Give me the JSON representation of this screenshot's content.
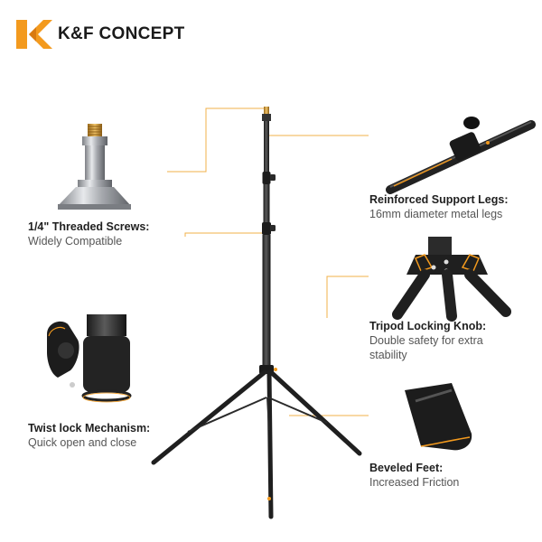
{
  "brand": {
    "name": "K&F CONCEPT",
    "accent": "#f39a1e"
  },
  "features": [
    {
      "title": "1/4\" Threaded Screws:",
      "subtitle": "Widely Compatible"
    },
    {
      "title": "Reinforced Support Legs:",
      "subtitle": "16mm diameter metal legs"
    },
    {
      "title": "Tripod Locking Knob:",
      "subtitle_lines": [
        "Double safety for extra",
        "stability"
      ]
    },
    {
      "title": "Twist lock Mechanism:",
      "subtitle": "Quick open and close"
    },
    {
      "title": "Beveled Feet:",
      "subtitle": "Increased Friction"
    }
  ],
  "colors": {
    "metal": "#2b2b2b",
    "leader": "#f2b04a",
    "steel": "#b9bcc0"
  }
}
